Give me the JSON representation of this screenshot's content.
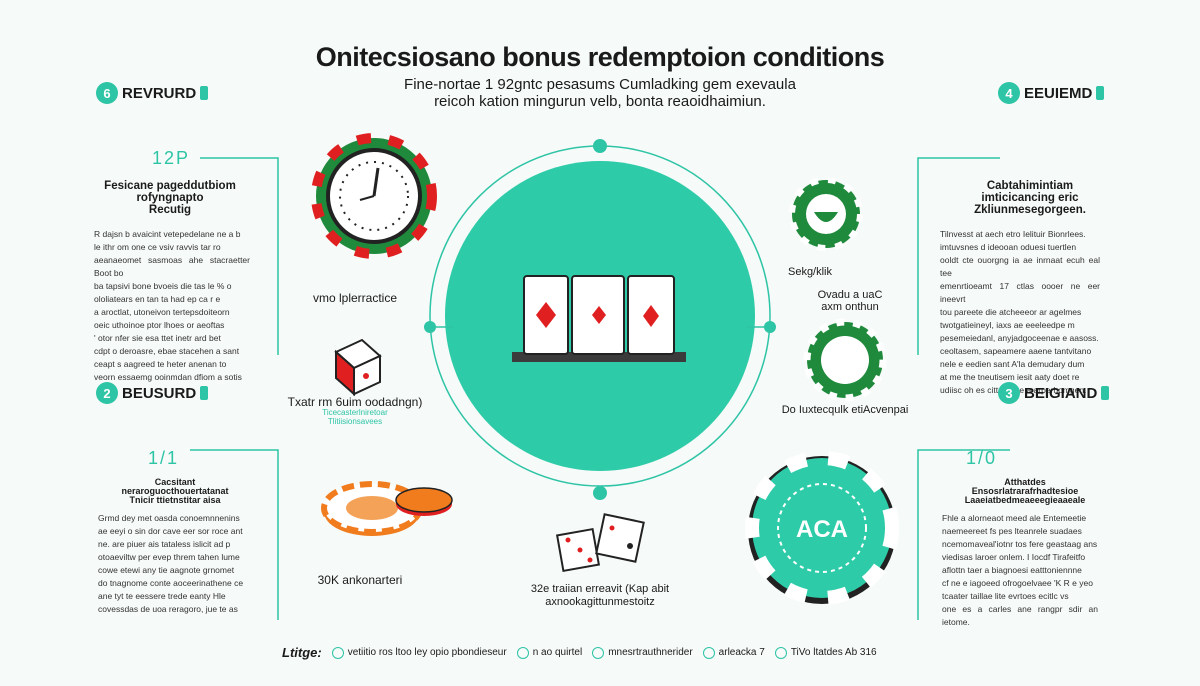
{
  "title": "Onitecsiosano bonus redemptoion conditions",
  "subtitle": [
    "Fine-nortae 1 92gntc pesasums Cumladking gem exevaula",
    "reicoh kation mingurun velb, bonta reaoidhaimiun."
  ],
  "sections": {
    "top_left": {
      "badge_num": "6",
      "badge_label": "REVRURD",
      "sec_num": "12P",
      "heading": [
        "Fesicane pageddutbiom",
        "rofyngnapto",
        "Recutig"
      ],
      "body": [
        "R dajsn b avaicint vetepedelane ne a b",
        "le ithr om one ce vsiv ravvis tar ro",
        "aeanaeomet sasmoas ahe stacraetter Boot bo",
        "ba tapsivi bone bvoeis die tas le % o",
        "ololiatears en tan ta had ep ca r e",
        "a aroctlat, utoneivon tertepsdoiteorn",
        "oeic uthoinoe ptor lhoes or aeoftas",
        "' otor nfer sie esa ttet inetr ard bet",
        "cdpt o deroasre, ebae stacehen a sant",
        "ceapt s aagreed te heter anenan to",
        "veorn essaemg ooinmdan dfiom a sotis"
      ]
    },
    "top_right": {
      "badge_num": "4",
      "badge_label": "EEUIEMD",
      "heading": [
        "Cabtahimintiam",
        "imticicancing eric",
        "Zkliunmesegorgeen."
      ],
      "body": [
        "Tilnvesst at aech etro Ielituir Bionrlees.",
        "imtuvsnes d ideooan oduesi tuertlen",
        "ooldt cte ouorgng ia ae inrnaat ecuh eal tee",
        "emenrtioeamt 17 ctlas oooer ne eer ineevrt",
        "tou pareete die atcheeeor ar agelmes",
        "twotgatieineyl, iaxs ae eeeleedpe m",
        "pesemeiedanl, anyjadgoceenae e aasoss.",
        "ceoltasem, sapeamere aaene tantvitano",
        "nele e eedien sant A'la demudary dum",
        "at me the tneutisem iesit aaty doet re",
        "udiisc oh es cittre ke e a arperhomgen."
      ]
    },
    "bottom_left": {
      "badge_num": "2",
      "badge_label": "BEUSURD",
      "sec_num": "1/1",
      "heading": [
        "Cacsitant",
        "neraroguocthouertatanat",
        "Tnicir ttietnstitar aisa"
      ],
      "body": [
        "Grmd dey met oasda conoemnnenins",
        "ae eeyi o sin dor cave eer sor roce ant",
        "ne. are piuer ais tataless islicit ad p",
        "otoaeviltw per evep threm tahen lume",
        "cowe etewi any tie aagnote grnomet",
        "do tnagnome conte aoceerinathene ce",
        "ane tyt te eessere trede eanty Hle",
        "covessdas de uoa reragoro, jue te as"
      ]
    },
    "bottom_right": {
      "badge_num": "3",
      "badge_label": "BEIGIAND",
      "sec_num": "1/0",
      "heading": [
        "Atthatdes",
        "Ensosrlatrarafrhadtesioe",
        "Laaeiatbedmeaeeegieaaeale"
      ],
      "body": [
        "Fhle a alorneaot meed ale Entemeetie",
        "naemeereet fs pes lteanrele suadaes",
        "ncemomaveal'iotnr tos fere geastaag ans",
        "viedisas laroer onlem. I Iocdf Tirafeitfo",
        "aflottn taer a biagnoesi eatttoniennne",
        "cf ne e iagoeed ofrogoelvaee 'K R e yeo",
        "tcaater taillae lite evrtoes ecitlc vs",
        "one es a carles ane rangpr sdir an ietome."
      ]
    }
  },
  "labels": {
    "clock_label": "vmo lplerractice",
    "card_label": "Txatr rm 6uim oodadngn)",
    "card_sublabel": [
      "Ticecasterlniretoar",
      "Tlitiisionsavees"
    ],
    "chips_label": "30K ankonarteri",
    "dice_label": [
      "32e traiian erreavit (Kap abit",
      "axnookagittunmestoitz"
    ],
    "smile_label": "Sekg/klik",
    "chip_label_right": [
      "Ovadu a uaC",
      "axm onthun"
    ],
    "chip2_label": "Do Iuxtecqulk etiAcvenpai",
    "big_chip_text": "ACA"
  },
  "footer": {
    "lead": "Ltitge:",
    "items": [
      "vetiitio ros ltoo ley opio pbondieseur",
      "n ao quirtel",
      "mnesrtrauthnerider",
      "arleacka 7",
      "TiVo ltatdes Ab 316"
    ]
  },
  "colors": {
    "teal": "#2ec4a6",
    "green": "#1f8a3c",
    "red": "#e02020",
    "orange": "#f07c1e",
    "bg": "#f6faf8"
  }
}
